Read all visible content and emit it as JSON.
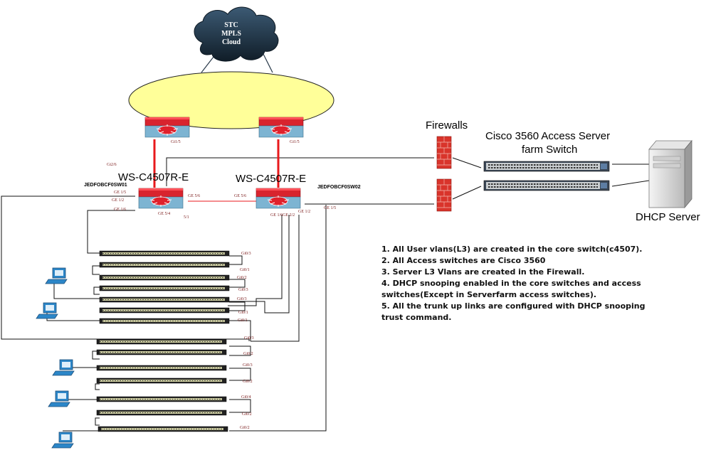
{
  "cloud": {
    "lines": [
      "STC",
      "MPLS",
      "Cloud"
    ]
  },
  "core": {
    "left": {
      "model": "WS-C4507R-E",
      "hostname": "JEDFOBCF0SW01"
    },
    "right": {
      "model": "WS-C4507R-E",
      "hostname": "JEDFOBCF0SW02"
    }
  },
  "labels": {
    "firewalls": "Firewalls",
    "server_switch": [
      "Cisco 3560 Access Server",
      "farm Switch"
    ],
    "dhcp_server": "DHCP Server"
  },
  "ports": {
    "wan_left": "Gi1/5",
    "wan_right": "Gi1/5",
    "gi2_6": "Gi2/6",
    "ge_1_5": "GE 1/5",
    "ge_1_2": "GE 1/2",
    "ge_1_6": "GE 1/6",
    "ge_5_6_a": "GE 5/6",
    "ge_5_6_b": "GE 5/6",
    "ge_5_4": "GE 5/4",
    "ge_5_1": "5/1",
    "ge_1_6_r": "GE 1/6",
    "ge_2_2": "GE 2/2",
    "ge_1_2_r": "GE 1/2",
    "ge_1_5_r": "GE 1/5",
    "access": [
      "Gi0/3",
      "Gi0/1",
      "Gi0/2",
      "Gi0/3",
      "Gi0/3",
      "Gi0/1",
      "Gi0/1",
      "Gi0/3",
      "Gi0/2",
      "Gi0/3",
      "Gi0/2",
      "Gi0/4",
      "Gi0/2",
      "Gi0/2"
    ]
  },
  "notes": [
    "1. All User vlans(L3) are created in the core switch(c4507).",
    "2. All Access switches are Cisco 3560",
    "3. Server L3 Vlans are created in the Firewall.",
    "4. DHCP snooping enabled in the core switches and access switches(Except in Serverfarm access switches).",
    "5. All the trunk up links are configured with DHCP snooping trust command."
  ],
  "colors": {
    "ellipse_fill": "#ffff99",
    "router_red": "#e0212c",
    "router_body": "#7bb3d0",
    "link_red": "#e8191c",
    "firewall_red": "#d9342b",
    "cloud_dark": "#1f3347"
  }
}
